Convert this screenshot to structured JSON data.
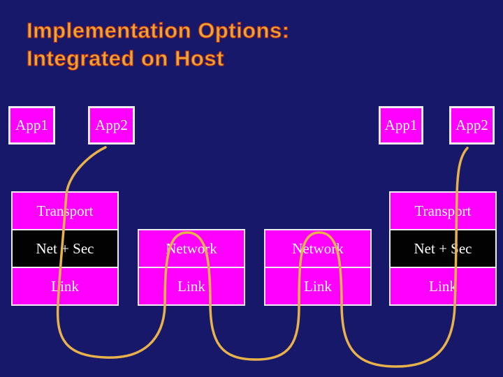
{
  "slide": {
    "title": {
      "line1": "Implementation Options:",
      "line2": "Integrated on Host"
    }
  },
  "colors": {
    "background": "#18186B",
    "box_fill": "#FF00FF",
    "box_border": "#EDEDED",
    "black_box_fill": "#020202",
    "box_text": "#FFFFFF",
    "title_fill": "#E8A93C",
    "title_outline": "#C0300E",
    "cable": "#E8B24B"
  },
  "app_boxes": [
    {
      "id": "app1-left",
      "label": "App1"
    },
    {
      "id": "app2-left",
      "label": "App2"
    },
    {
      "id": "app1-right",
      "label": "App1"
    },
    {
      "id": "app2-right",
      "label": "App2"
    }
  ],
  "stacks": [
    {
      "id": "host-left",
      "rows": [
        {
          "label": "Transport",
          "variant": "magenta"
        },
        {
          "label": "Net + Sec",
          "variant": "black"
        },
        {
          "label": "Link",
          "variant": "magenta"
        }
      ]
    },
    {
      "id": "router-left",
      "rows": [
        {
          "label": "Network",
          "variant": "magenta"
        },
        {
          "label": "Link",
          "variant": "magenta"
        }
      ]
    },
    {
      "id": "router-right",
      "rows": [
        {
          "label": "Network",
          "variant": "magenta"
        },
        {
          "label": "Link",
          "variant": "magenta"
        }
      ]
    },
    {
      "id": "host-right",
      "rows": [
        {
          "label": "Transport",
          "variant": "magenta"
        },
        {
          "label": "Net + Sec",
          "variant": "black"
        },
        {
          "label": "Link",
          "variant": "magenta"
        }
      ]
    }
  ]
}
